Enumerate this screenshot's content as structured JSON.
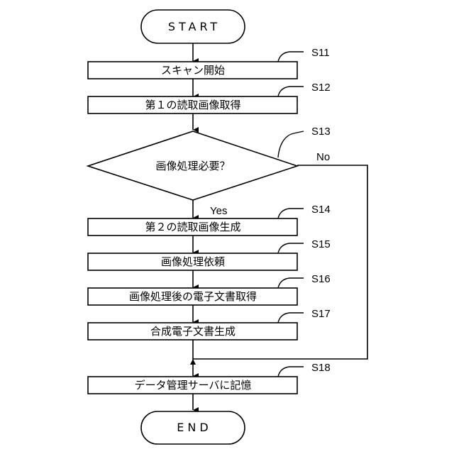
{
  "start": "START",
  "end": "END",
  "steps": [
    {
      "id": "S11",
      "label": "スキャン開始"
    },
    {
      "id": "S12",
      "label": "第１の読取画像取得"
    },
    {
      "id": "S13",
      "label": "画像処理必要？"
    },
    {
      "id": "S14",
      "label": "第２の読取画像生成"
    },
    {
      "id": "S15",
      "label": "画像処理依頼"
    },
    {
      "id": "S16",
      "label": "画像処理後の電子文書取得"
    },
    {
      "id": "S17",
      "label": "合成電子文書生成"
    },
    {
      "id": "S18",
      "label": "データ管理サーバに記憶"
    }
  ],
  "branches": {
    "yes": "Yes",
    "no": "No"
  }
}
